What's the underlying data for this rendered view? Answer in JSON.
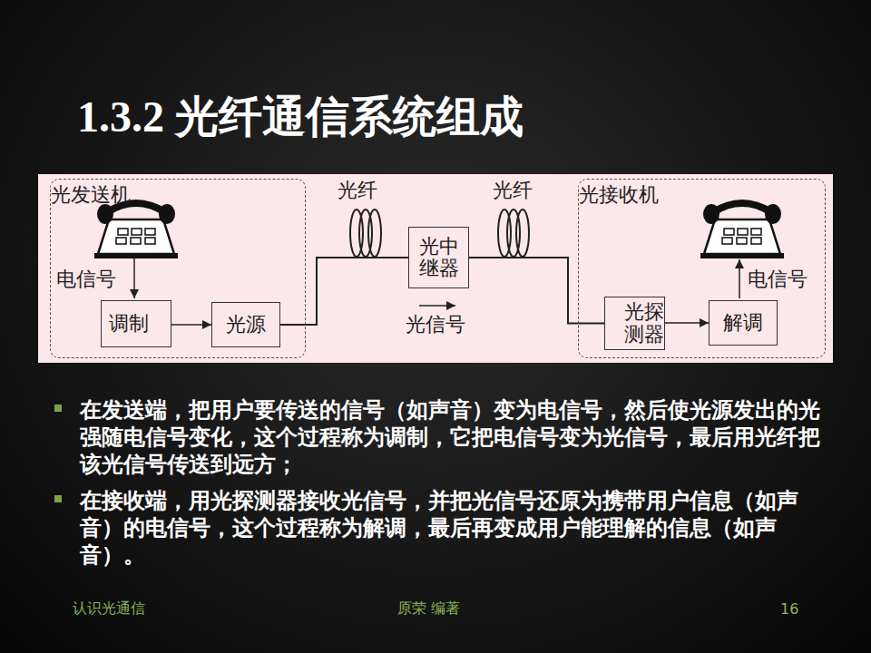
{
  "diagram": {
    "title": "1.3.2 光纤通信系统组成",
    "nodes": [
      {
        "text": [
          "光发送机"
        ]
      },
      {
        "text": [
          "调制"
        ],
        "in": 0
      },
      {
        "text": [
          "光源"
        ],
        "in": 0
      },
      {
        "text": [
          "光中继器"
        ]
      },
      {
        "text": [
          "光接收机"
        ]
      },
      {
        "text": [
          "光探测器"
        ],
        "in": 4
      },
      {
        "text": [
          "解调"
        ],
        "in": 4
      }
    ],
    "edges": [
      {
        "from": 1,
        "to": 2,
        "arrow": "to"
      },
      {
        "from": 2,
        "to": 3,
        "arrow": "none"
      },
      {
        "from": 3,
        "to": 5,
        "arrow": "none"
      },
      {
        "from": 5,
        "to": 6,
        "arrow": "to"
      }
    ],
    "labels": [
      "光纤",
      "光纤",
      "电信号",
      "电信号",
      "光信号",
      "在发送端，把用户要传送的信号（如声音）变为电信号，然后使光源发出的光强随电信号变化，这个过程称为调制，它把电信号变为光信号，最后用光纤把该光信号传送到远方；",
      "在接收端，用光探测器接收光信号，并把光信号还原为携带用户信息（如声音）的电信号，这个过程称为解调，最后再变成用户能理解的信息（如声音）。",
      "认识光通信",
      "原荣 编著",
      "16"
    ]
  }
}
